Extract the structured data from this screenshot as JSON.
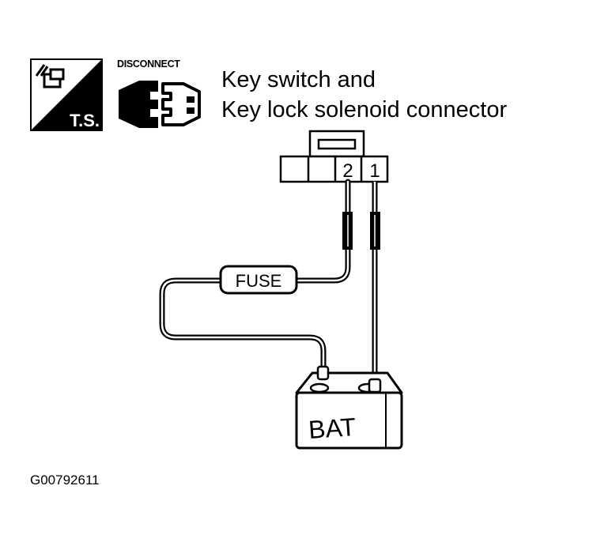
{
  "badge": {
    "text": "T.S.",
    "icon": "tester-connector-icon"
  },
  "disconnect": {
    "label": "DISCONNECT",
    "icon": "disconnected-connector-icon"
  },
  "title": {
    "line1": "Key switch and",
    "line2": "Key lock solenoid connector"
  },
  "connector": {
    "pins": [
      "2",
      "1"
    ]
  },
  "fuse_label": "FUSE",
  "battery_label": "BAT",
  "figure_id": "G00792611"
}
